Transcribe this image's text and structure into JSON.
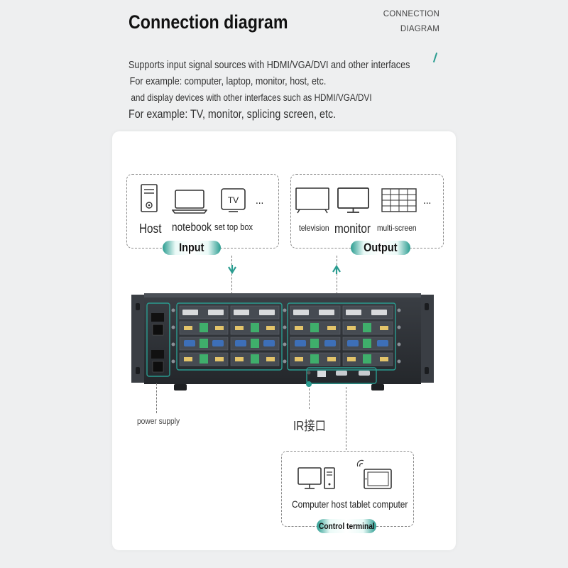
{
  "header": {
    "title": "Connection diagram",
    "corner_line1": "CONNECTION",
    "corner_line2": "DIAGRAM",
    "intro": [
      "Supports input signal sources with HDMI/VGA/DVI and other interfaces",
      "For example: computer, laptop, monitor, host, etc.",
      "and display devices with other interfaces such as HDMI/VGA/DVI",
      "For example: TV, monitor, splicing screen, etc."
    ]
  },
  "input_group": {
    "title": "Input",
    "devices": [
      {
        "label": "Host",
        "icon": "host-tower-icon"
      },
      {
        "label": "notebook",
        "icon": "laptop-icon"
      },
      {
        "label": "set top box",
        "icon": "tv-box-icon"
      }
    ],
    "more": "...",
    "tv_badge": "TV"
  },
  "output_group": {
    "title": "Output",
    "devices": [
      {
        "label": "television",
        "icon": "television-icon"
      },
      {
        "label": "monitor",
        "icon": "monitor-icon"
      },
      {
        "label": "multi-screen",
        "icon": "multi-screen-icon"
      }
    ],
    "more": "..."
  },
  "device": {
    "power_label": "power supply",
    "ir_label": "IR接口"
  },
  "control_group": {
    "title": "Control terminal",
    "label": "Computer host tablet computer"
  },
  "colors": {
    "accent": "#2a9c90",
    "pill_light": "#ffffff",
    "chassis": "#2d3035",
    "dashed": "#8a8a8a"
  }
}
